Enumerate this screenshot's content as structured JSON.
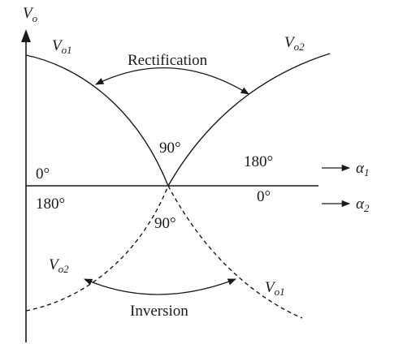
{
  "axes": {
    "vertical_symbol": "V",
    "vertical_subscript": "o",
    "alpha1_symbol": "α",
    "alpha1_subscript": "1",
    "alpha2_symbol": "α",
    "alpha2_subscript": "2"
  },
  "curves": {
    "upper_left": {
      "symbol": "V",
      "subscript": "o1"
    },
    "upper_right": {
      "symbol": "V",
      "subscript": "o2"
    },
    "lower_left": {
      "symbol": "V",
      "subscript": "o2"
    },
    "lower_right": {
      "symbol": "V",
      "subscript": "o1"
    }
  },
  "regions": {
    "top": "Rectification",
    "bottom": "Inversion"
  },
  "angles": {
    "alpha1_start": "0°",
    "alpha1_mid": "90°",
    "alpha1_end": "180°",
    "alpha2_start": "180°",
    "alpha2_mid": "90°",
    "alpha2_end": "0°"
  }
}
